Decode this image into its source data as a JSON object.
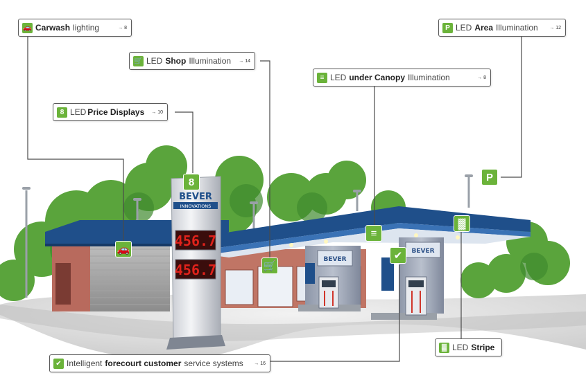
{
  "colors": {
    "accent": "#6bb33a",
    "roof": "#1f4f8a",
    "price_red": "#e0221b",
    "line": "#4a4a4a"
  },
  "callouts": {
    "carwash": {
      "icon": "car-wash-icon",
      "pre": "",
      "bold": "Carwash",
      "post": "lighting",
      "ref": "→ 8"
    },
    "shop": {
      "icon": "shop-cart-icon",
      "pre": "LED",
      "bold": "Shop",
      "post": "Illumination",
      "ref": "→ 14"
    },
    "price": {
      "icon": "price-display-icon",
      "pre": "LED",
      "bold": "Price Displays",
      "post": "",
      "ref": "→ 10"
    },
    "area": {
      "icon": "parking-icon",
      "pre": "LED",
      "bold": "Area",
      "post": "Illumination",
      "ref": "→ 12"
    },
    "canopy": {
      "icon": "canopy-light-icon",
      "pre": "LED",
      "bold": "under Canopy",
      "post": "Illumination",
      "ref": "→ 8"
    },
    "stripe": {
      "icon": "led-stripe-icon",
      "pre": "LED",
      "bold": "Stripe",
      "post": "",
      "ref": ""
    },
    "forecourt": {
      "icon": "checkmark-icon",
      "pre": "Intelligent",
      "bold": "forecourt customer",
      "post": "service systems",
      "ref": "→ 16"
    }
  },
  "scene": {
    "brand": "BEVER",
    "brand_sub": "INNOVATIONS",
    "prices": [
      "456.7",
      "456.7"
    ],
    "digit_badge": "8"
  }
}
